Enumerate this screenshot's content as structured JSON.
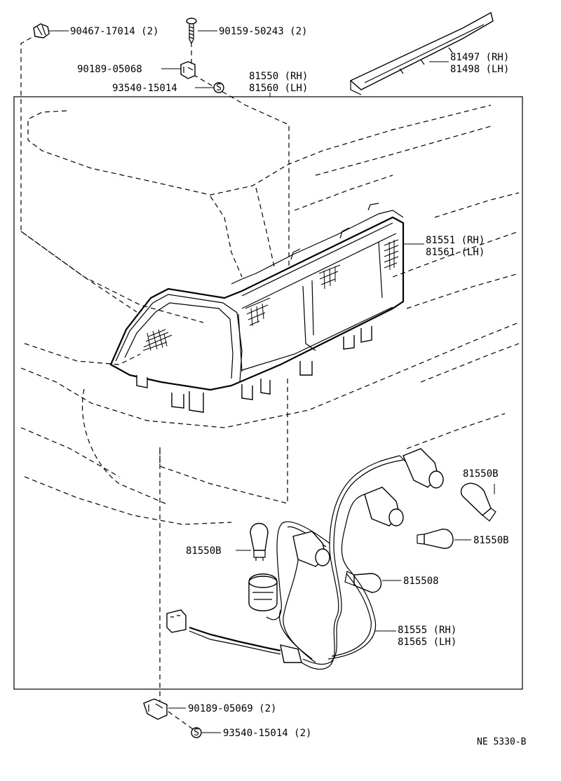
{
  "diagram": {
    "figure_id": "NE 5330-B",
    "callouts": {
      "clip_top": "90467-17014 (2)",
      "screw_top": "90159-50243 (2)",
      "bracket_top": "90189-05068",
      "nut_top": "93540-15014",
      "lamp_assy_rh": "81550 (RH)",
      "lamp_assy_lh": "81560 (LH)",
      "garnish_rh": "81497 (RH)",
      "garnish_lh": "81498 (LH)",
      "lens_rh": "81551 (RH)",
      "lens_lh": "81561 (LH)",
      "bulb_a": "81550B",
      "bulb_b": "81550B",
      "bulb_c": "81550B",
      "bulb_d": "815508",
      "wiring_rh": "81555 (RH)",
      "wiring_lh": "81565 (LH)",
      "bracket_bottom": "90189-05069 (2)",
      "nut_bottom": "93540-15014 (2)"
    },
    "symbols": {
      "nut_symbol": "S"
    }
  }
}
